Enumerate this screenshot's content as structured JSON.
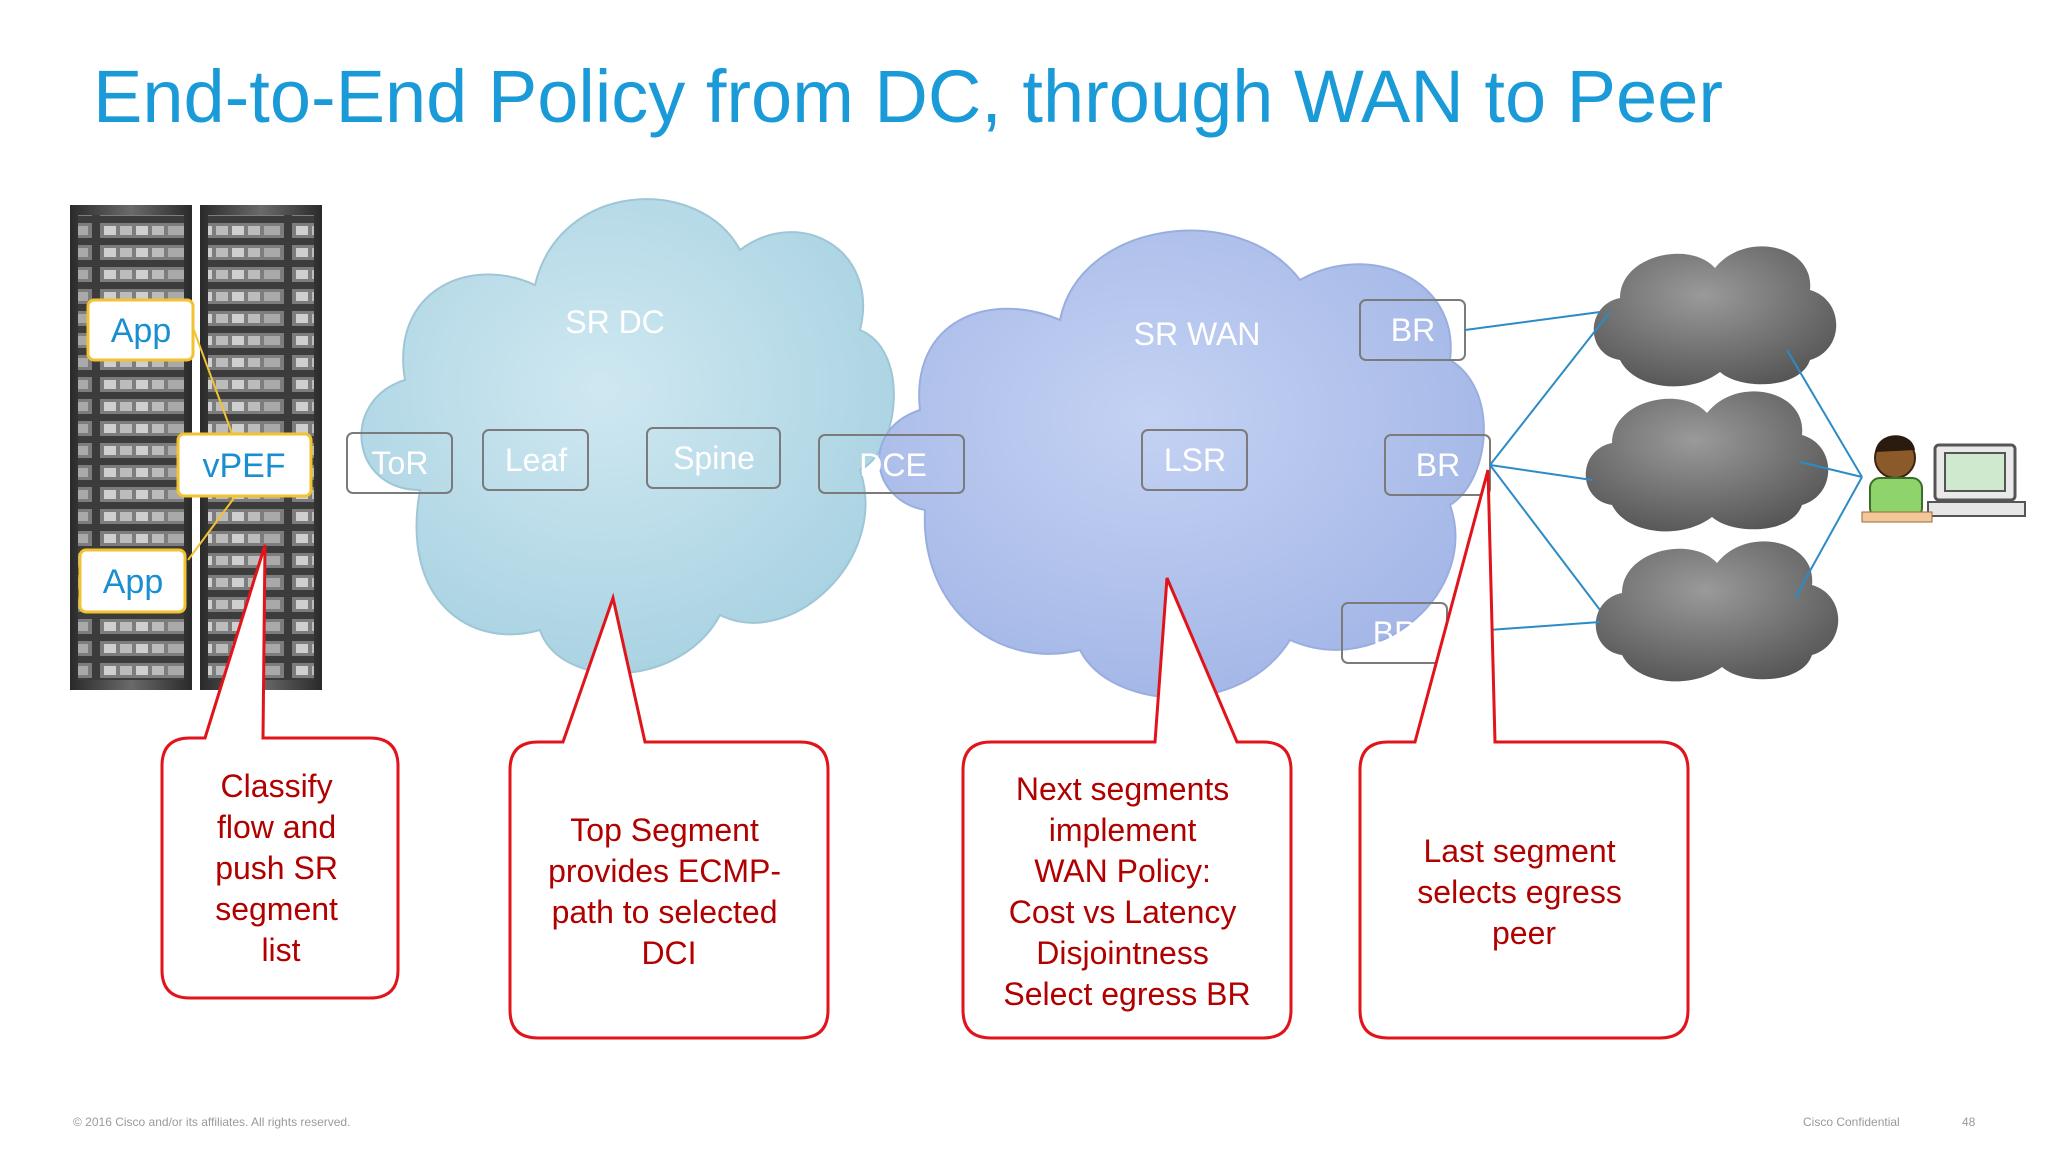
{
  "title": "End-to-End Policy from DC, through WAN to Peer",
  "clouds": {
    "dc": "SR DC",
    "wan": "SR WAN"
  },
  "rack": {
    "app_top": "App",
    "vpef": "vPEF",
    "app_bottom": "App"
  },
  "nodes": {
    "tor": "ToR",
    "leaf": "Leaf",
    "spine": "Spine",
    "dce": "DCE",
    "lsr": "LSR",
    "br_top": "BR",
    "br_mid": "BR",
    "br_bottom": "BR"
  },
  "callouts": {
    "classify": [
      "Classify",
      "flow and",
      "push SR",
      "segment",
      "list"
    ],
    "top_segment": [
      "Top Segment",
      "provides ECMP-",
      "path to selected",
      "DCI"
    ],
    "next_segments": [
      "Next segments",
      "implement",
      "WAN Policy:",
      "Cost vs Latency",
      "Disjointness",
      "Select egress BR"
    ],
    "last_segment": [
      "Last segment",
      "selects egress",
      "peer"
    ]
  },
  "footer": {
    "copyright": "© 2016 Cisco and/or its affiliates. All rights reserved.",
    "confidential": "Cisco Confidential",
    "page": "48"
  },
  "colors": {
    "title": "#1a9ad7",
    "dc_cloud": "#b4d9e6",
    "wan_cloud": "#aebfe9",
    "peer_cloud": "#6e6e6e",
    "callout_border": "#e0141a",
    "callout_text": "#b00000",
    "link": "#2c8bc6",
    "app_border": "#f2c230"
  }
}
